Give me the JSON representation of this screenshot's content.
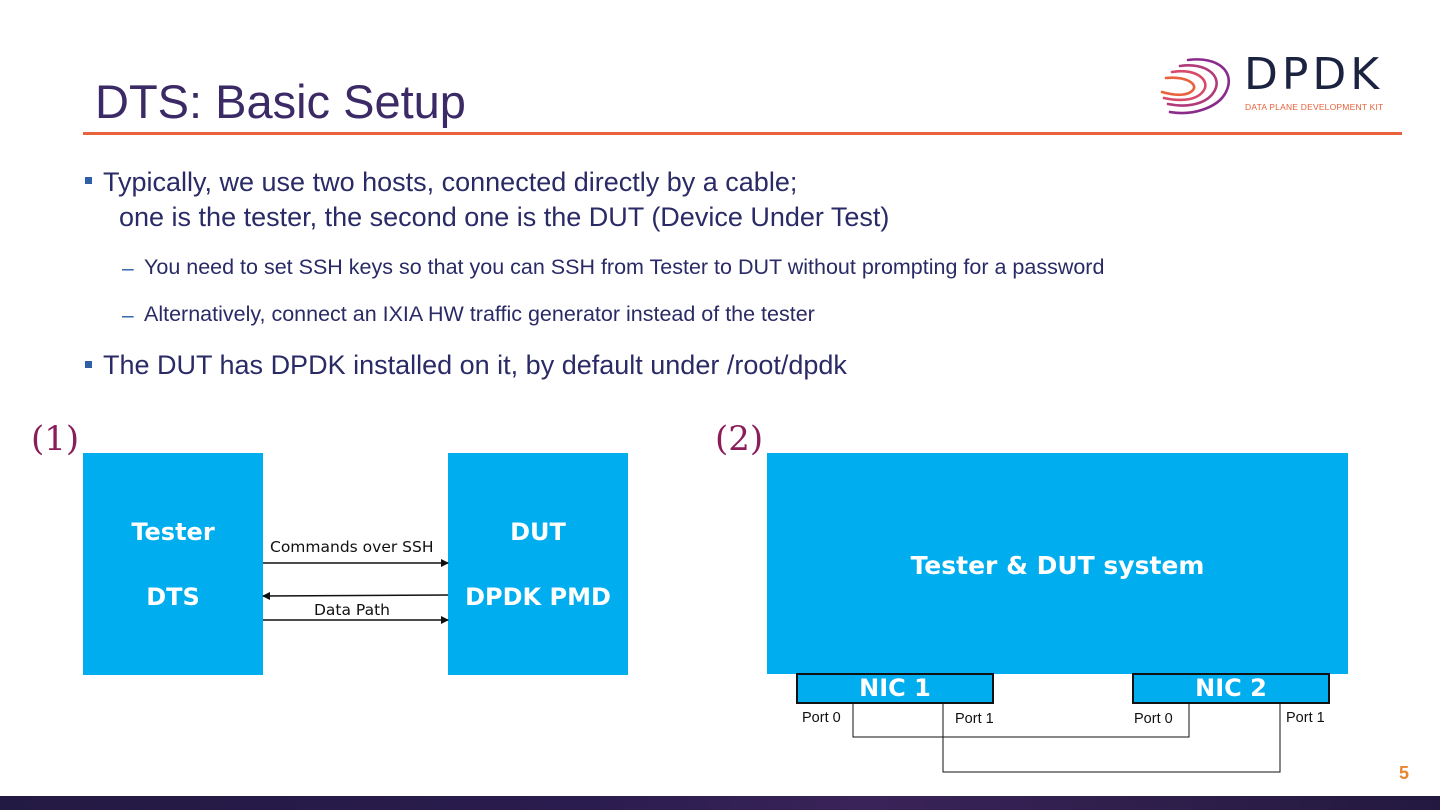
{
  "title": "DTS: Basic Setup",
  "logo": {
    "name": "DPDK",
    "tagline": "DATA PLANE DEVELOPMENT KIT"
  },
  "bullets": {
    "b1_line1": "Typically, we use two hosts, connected directly by a cable;",
    "b1_line2": "one is the tester, the second one is the DUT (Device Under Test)",
    "sub1": "You need to set SSH keys so that you can SSH from Tester to DUT without prompting for a password",
    "sub2": "Alternatively, connect an IXIA HW traffic generator instead of the tester",
    "b2": "The DUT has DPDK installed on it, by default under /root/dpdk",
    "sub_marker": "–"
  },
  "diagram1": {
    "number": "(1)",
    "tester_label": "Tester",
    "tester_sub": "DTS",
    "dut_label": "DUT",
    "dut_sub": "DPDK PMD",
    "arrow_top_label": "Commands over SSH",
    "arrow_bottom_label": "Data Path"
  },
  "diagram2": {
    "number": "(2)",
    "system_label": "Tester & DUT system",
    "nic1": "NIC 1",
    "nic2": "NIC 2",
    "nic1_port0": "Port 0",
    "nic1_port1": "Port 1",
    "nic2_port0": "Port 0",
    "nic2_port1": "Port 1"
  },
  "page_number": "5",
  "colors": {
    "title": "#3b2a66",
    "accent": "#e8623c",
    "box": "#00adef",
    "text": "#2a2a66",
    "number": "#8a1d5a"
  }
}
